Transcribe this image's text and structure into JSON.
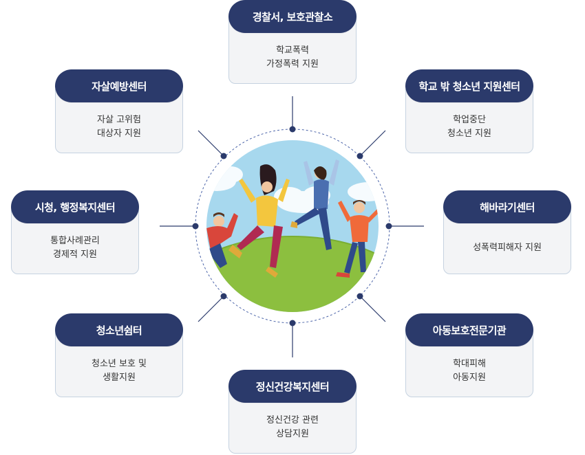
{
  "centers": [
    {
      "id": "police",
      "title": "경찰서, 보호관찰소",
      "lines": [
        "학교폭력",
        "가정폭력 지원"
      ]
    },
    {
      "id": "school-out",
      "title": "학교 밖 청소년 지원센터",
      "lines": [
        "학업중단",
        "청소년 지원"
      ]
    },
    {
      "id": "sunflower",
      "title": "해바라기센터",
      "lines": [
        "성폭력피해자 지원"
      ]
    },
    {
      "id": "child-protection",
      "title": "아동보호전문기관",
      "lines": [
        "학대피해",
        "아동지원"
      ]
    },
    {
      "id": "mental-health",
      "title": "정신건강복지센터",
      "lines": [
        "정신건강 관련",
        "상담지원"
      ]
    },
    {
      "id": "youth-shelter",
      "title": "청소년쉼터",
      "lines": [
        "청소년 보호 및",
        "생활지원"
      ]
    },
    {
      "id": "welfare",
      "title": "시청, 행정복지센터",
      "lines": [
        "통합사례관리",
        "경제적 지원"
      ]
    },
    {
      "id": "suicide",
      "title": "자살예방센터",
      "lines": [
        "자살 고위험",
        "대상자 지원"
      ]
    }
  ],
  "colors": {
    "header": "#2b3a6b",
    "card_bg": "#f3f4f6",
    "card_border": "#c5d2e0",
    "line": "#2b3a6b",
    "ring": "#4a63a8",
    "sky": "#9fd3ea",
    "grass": "#8cbf3f"
  }
}
